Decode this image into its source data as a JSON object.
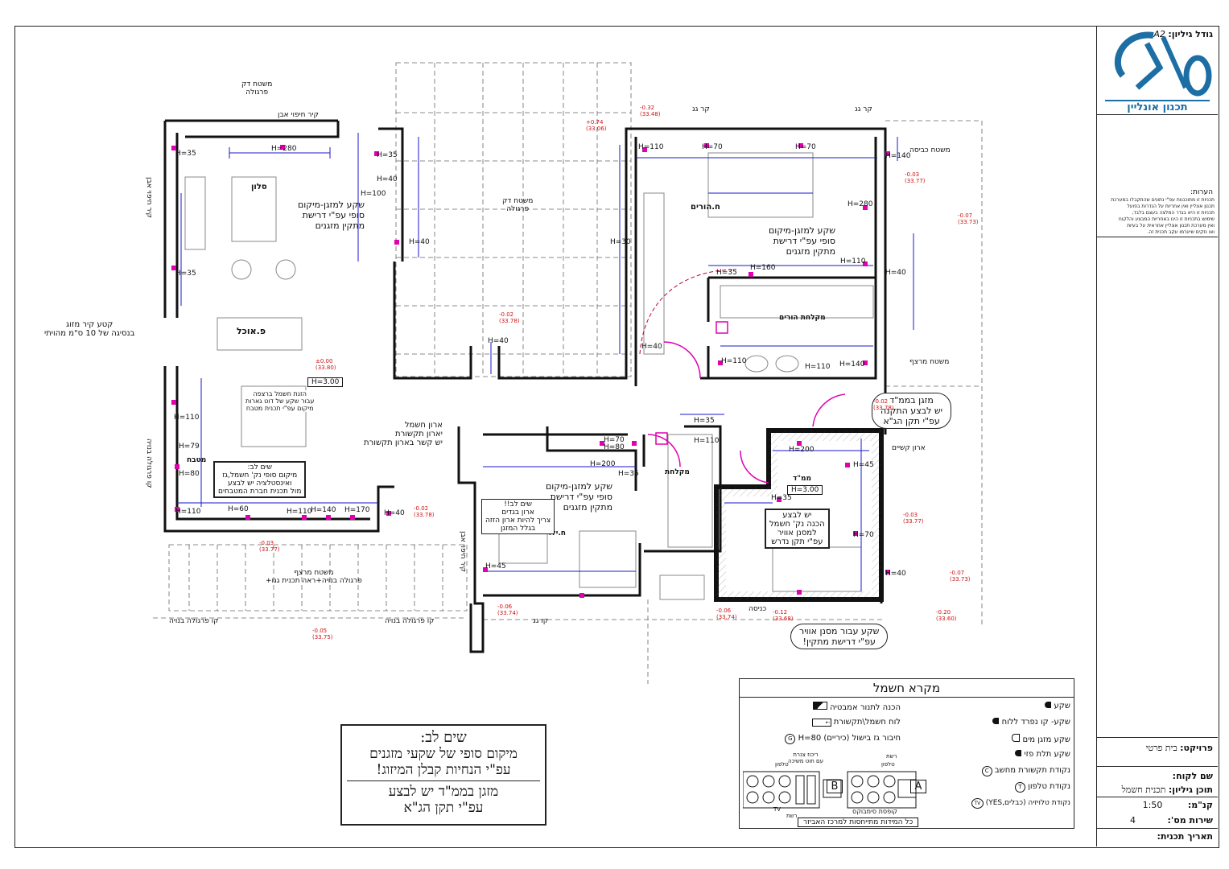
{
  "sheet": {
    "size_label": "גודל גיליון:",
    "size_value": "A2"
  },
  "logo": {
    "caption": "תכנון אונליין",
    "letters": "GAO"
  },
  "notes": {
    "title": "הערות:",
    "lines": [
      "תכניות זו מתוכננות עפ\"י נתונים שהתקבלו במערכת",
      "תכנון אונליין ואין אחריות על הנדרות בפועל",
      "תכניות זו היא בגדר המלצה בעצם בלבד,",
      "שימוש בתכניות זו הינו באחריות המבצע והלקוח",
      "ואין מערכת תכנון אונליין אחראית על בעיות",
      "ואו נזקים שייגרמו עקב תכנית זה."
    ]
  },
  "title_block": {
    "project_label": "פרויקט:",
    "project_value": "בית פרטי",
    "client_label": "שם לקוח:",
    "content_label": "תוכן גיליון:",
    "content_value": "תכנית חשמל",
    "scale_label": "קנ\"מ:",
    "scale_value": "1:50",
    "version_label": "שירות מס':",
    "version_value": "4",
    "date_label": "תאריך תכנית:"
  },
  "rooms": {
    "salon": "סלון",
    "dining": "פ.אוכל",
    "kitchen": "מטבח",
    "parents": "ח.הורים",
    "parents_bath": "מקלחת הורים",
    "shower": "מקלחת",
    "mamad": "ממ\"ד",
    "child": "ח.ילד",
    "pergola_top": "משטח דק\nפרגולה",
    "pergola_mid": "משטח דק\nפרגולה",
    "tile_top": "משטח מרצף",
    "tile_bottom": "משטח מרצף\n+פרגולה בנויה+ראה תכנית גגו",
    "wash": "משטח כביסה",
    "closet": "ארון קשיים"
  },
  "callouts": {
    "ac_salon": "שקע למזגן-מיקום\nסופי עפ\"י דרישת\nמתקין מזגנים",
    "ac_parents": "שקע למזגן-מיקום\nסופי עפ\"י דרישת\nמתקין מזגנים",
    "ac_child": "שקע למזגן-מיקום\nסופי עפ\"י דרישת\nמתקין מזגנים",
    "mamad_ac": "מזגן בממ\"ד\nיש לבצע התקנה\nעפ\"י תקן הג\"א",
    "filter": "שקע עבור מסנן אוויר\nעפ\"י דרישת מתקין!",
    "attn_kitchen": "שים לב:\nמיקום סופי נק' חשמל,גז\nואינסטלציה יש לבצע\nמול תכנית חברת המטבחים",
    "attn_child": "שים לב!!\nארון בגדים\nצריך להיות ארון הזזה\nבגלל המזגן",
    "mamad_note": "יש לבצע\nהכנה נק' חשמל\nלמסנן אוויר\nעפ\"י תקן נדרש",
    "panel": "ארון חשמל\nיארון תקשורת\nיש קשר בארון תקשורת",
    "window_note": "קטע קיר מזוג\nבנסיגה של 10 ס\"מ מהויתי",
    "gas_note": "הזנת חשמל ברצפה\nעבור שקע של דוט גארות\nמיקום עפ\"י תכנית מטבח"
  },
  "heights": [
    "H=35",
    "H=280",
    "H=35",
    "H=40",
    "H=100",
    "H=40",
    "H=35",
    "H=110",
    "H=79",
    "H=80",
    "H=110",
    "H=60",
    "H=110",
    "H=140",
    "H=170",
    "H=40",
    "H=40",
    "H=30",
    "H=110",
    "H=70",
    "H=70",
    "H=140",
    "H=40",
    "H=35",
    "H=160",
    "H=110",
    "H=40",
    "H=110",
    "H=110",
    "H=140",
    "H=280",
    "H=200",
    "H=70",
    "H=80",
    "H=35",
    "H=200",
    "H=45",
    "H=35",
    "H=70",
    "H=40",
    "H=45",
    "H=110",
    "H=35",
    "H=3.00",
    "H=3.00"
  ],
  "levels": [
    "-0.32\n(33.48)",
    "+0.74\n(33.06)",
    "-0.03\n(33.77)",
    "-0.07\n(33.73)",
    "-0.02\n(33.78)",
    "±0.00\n(33.80)",
    "-0.02\n(33.78)",
    "-0.02\n(33.78)",
    "-0.03\n(33.77)",
    "-0.03\n(33.77)",
    "-0.07\n(33.73)",
    "-0.06\n(33.74)",
    "-0.12\n(33.68)",
    "-0.20\n(33.60)",
    "-0.06\n(33.74)",
    "-0.05\n(33.75)"
  ],
  "edges": {
    "top_roof": "קר גג",
    "top_roof2": "קר גג",
    "stone_top": "קיר חיפוי אבן",
    "stone_left": "קיר חיפוי אבן",
    "pergola_left": "קו פרגולה בנויה",
    "pergola_bottom": "קו פרגולה בנויה",
    "pergola_bottom2": "קו פרגולה בנויה",
    "roof_bottom": "קו גג",
    "stone_right": "קיר חיפוי אבן",
    "bottom_walk": "כניסה"
  },
  "attention": {
    "title": "שים לב:",
    "line1": "מיקום סופי של שקעי מזגנים",
    "line2": "עפ\"י הנחיות קבלן המיזוג!",
    "line3": "מזגן בממ\"ד יש לבצע",
    "line4": "עפ\"י תקן הג\"א"
  },
  "legend": {
    "title": "מקרא חשמל",
    "right_items": [
      "שקע",
      "שקע- קו נפרד ללוח",
      "שקע מזגן מים",
      "שקע תלת פזי",
      "נקודת תקשורת מחשב",
      "נקודת טלפון",
      "נקודת טלויזיה (כבלים,YES)"
    ],
    "left_items": [
      "הכנה לתנור אמבטיה",
      "לוח חשמל\\תקשורת",
      "חיבור גז בישול (כיריים) H=80"
    ],
    "box_a": "A",
    "box_b": "B",
    "box_labels": [
      "רשת",
      "טלפון",
      "ריכוז צנרת\nעם חוט משיכה",
      "טלפון",
      "רשת",
      "TV",
      "רשת",
      "TV",
      "קופסת סימבוקס"
    ],
    "footnote": "כל המידות מתייחסות למרכז האביזר"
  },
  "colors": {
    "dim": "#1a1acc",
    "socket": "#e000b0",
    "level": "#cc1111",
    "wall": "#111111"
  }
}
